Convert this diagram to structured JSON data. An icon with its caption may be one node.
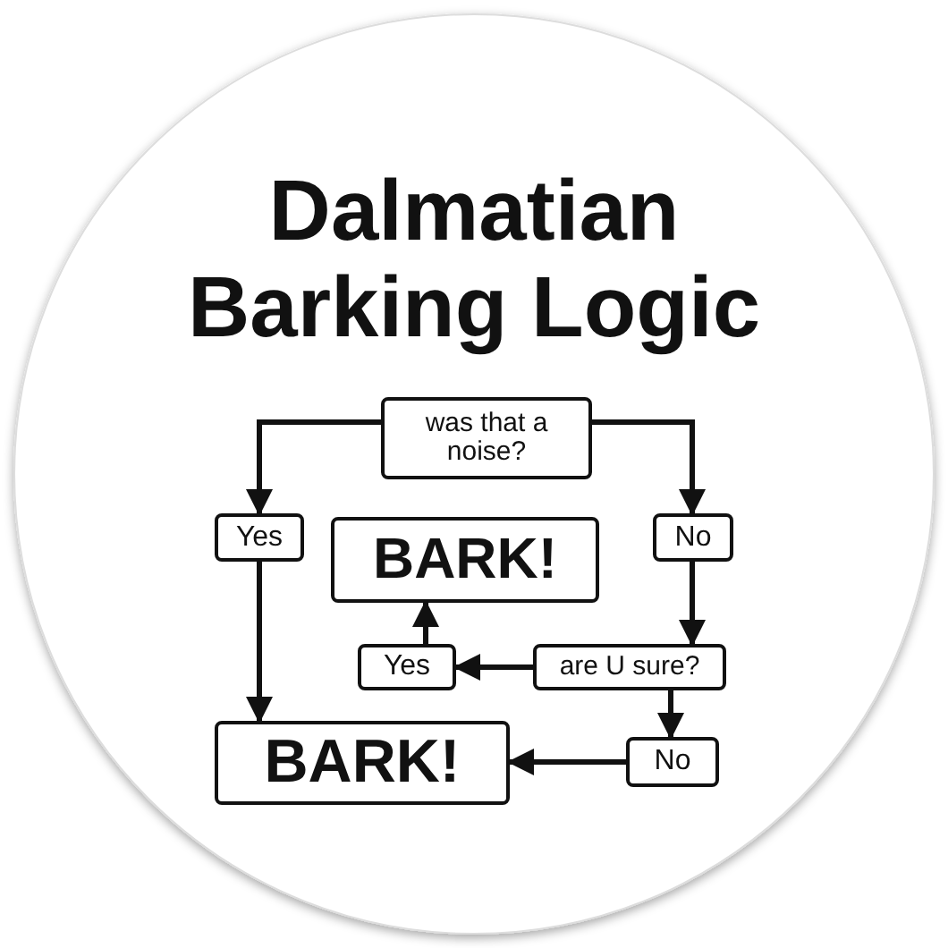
{
  "diagram": {
    "title": "Dalmatian Barking Logic",
    "nodes": [
      {
        "text": [
          "was that a noise?"
        ]
      },
      {
        "text": [
          "Yes"
        ]
      },
      {
        "text": [
          "BARK!"
        ]
      },
      {
        "text": [
          "No"
        ]
      },
      {
        "text": [
          "Yes"
        ]
      },
      {
        "text": [
          "are U sure?"
        ]
      },
      {
        "text": [
          "BARK!"
        ]
      },
      {
        "text": [
          "No"
        ]
      }
    ],
    "edges": [
      {
        "from": 0,
        "to": 1,
        "arrow": "to"
      },
      {
        "from": 0,
        "to": 3,
        "arrow": "to"
      },
      {
        "from": 1,
        "to": 6,
        "arrow": "to"
      },
      {
        "from": 3,
        "to": 5,
        "arrow": "to"
      },
      {
        "from": 5,
        "to": 4,
        "arrow": "to"
      },
      {
        "from": 4,
        "to": 2,
        "arrow": "to"
      },
      {
        "from": 5,
        "to": 7,
        "arrow": "to"
      },
      {
        "from": 7,
        "to": 6,
        "arrow": "to"
      }
    ]
  }
}
